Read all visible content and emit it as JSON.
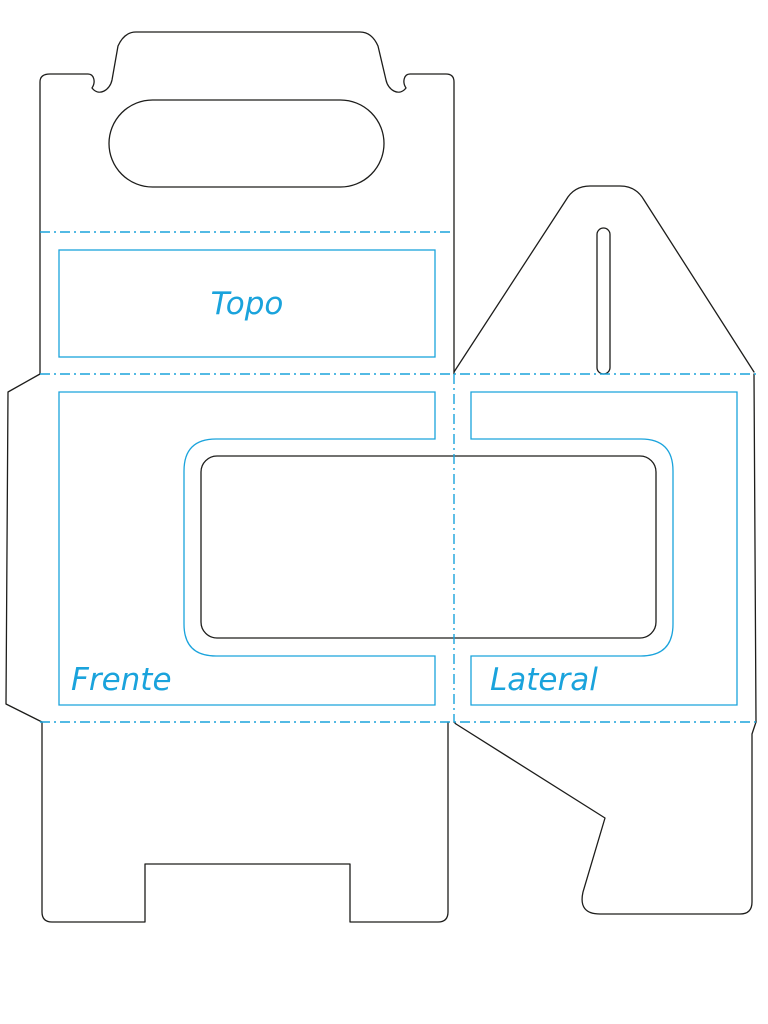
{
  "labels": {
    "top": "Topo",
    "front": "Frente",
    "side": "Lateral"
  },
  "colors": {
    "cut_line": "#1d1d1b",
    "fold_line": "#1aa3dc",
    "guide_line": "#1aa3dc",
    "label_text": "#1aa3dc"
  }
}
